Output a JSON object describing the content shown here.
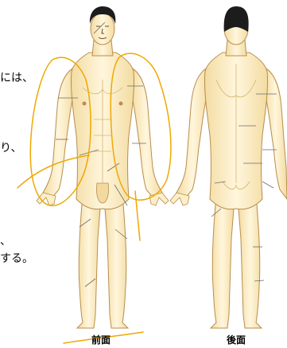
{
  "text_fragments": {
    "line1": "には、",
    "line2": "り、",
    "line3": "、",
    "line4": "する。"
  },
  "labels": {
    "front": "前面",
    "back": "後面"
  },
  "colors": {
    "skin": "#fcefc8",
    "skin_shadow": "#e9cf95",
    "outline": "#b98d4c",
    "hair": "#1c1c1c",
    "annotation": "#f0a800",
    "leader_line": "#6b6b6b"
  }
}
